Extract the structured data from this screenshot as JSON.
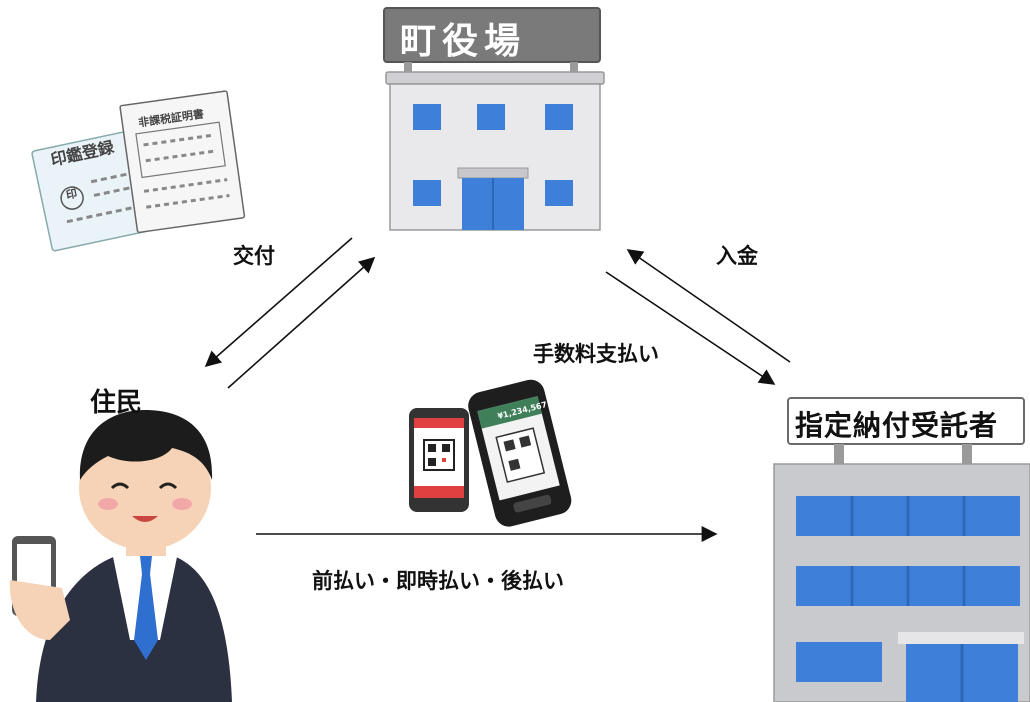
{
  "nodes": {
    "town_hall": {
      "sign": "町役場"
    },
    "resident": {
      "label": "住民"
    },
    "agent": {
      "sign": "指定納付受託者"
    }
  },
  "documents": {
    "doc_left_title": "印鑑登録",
    "doc_right_title": "非課税証明書",
    "stamp": "印"
  },
  "payment_terminal": {
    "amount": "¥1,234,567"
  },
  "edges": {
    "issue": "交付",
    "deposit": "入金",
    "fee_payment": "手数料支払い",
    "payment_types": "前払い・即時払い・後払い"
  },
  "colors": {
    "window_blue": "#3d7fd9",
    "building_gray": "#e8e8ea",
    "sign_gray": "#7a7a7a",
    "suit": "#2b3140",
    "tie": "#2f6fd0",
    "skin": "#f6d3b6"
  }
}
